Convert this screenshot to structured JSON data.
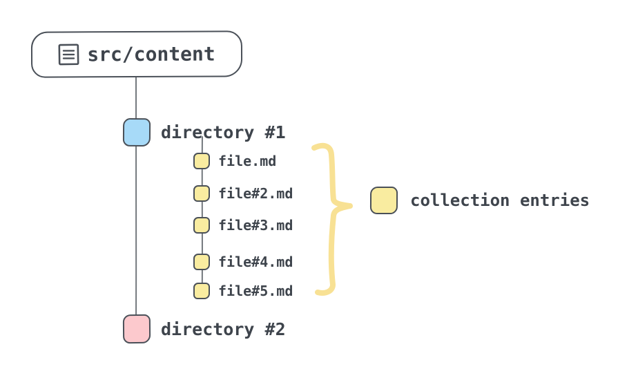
{
  "root": {
    "label": "src/content",
    "icon": "document-list-icon"
  },
  "directories": [
    {
      "label": "directory #1",
      "color": "#a7daf8"
    },
    {
      "label": "directory #2",
      "color": "#fcc9cd"
    }
  ],
  "files": [
    {
      "label": "file.md"
    },
    {
      "label": "file#2.md"
    },
    {
      "label": "file#3.md"
    },
    {
      "label": "file#4.md"
    },
    {
      "label": "file#5.md"
    }
  ],
  "legend": {
    "label": "collection entries",
    "swatch_color": "#f9eca0"
  },
  "colors": {
    "stroke": "#4a5058",
    "text": "#3e444c",
    "connector": "#73787d",
    "brace": "#f8e194",
    "yellow": "#f9eca0",
    "blue": "#a7daf8",
    "pink": "#fcc9cd",
    "background": "#ffffff"
  }
}
